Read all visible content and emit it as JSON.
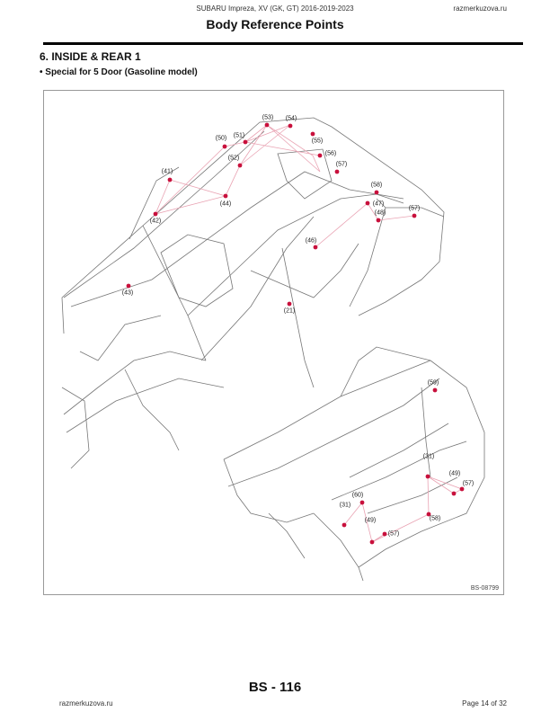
{
  "header": {
    "model": "SUBARU Impreza, XV (GK, GT) 2016-2019-2023",
    "site": "razmerkuzova.ru",
    "title": "Body Reference Points"
  },
  "section": {
    "title": "6.  INSIDE & REAR 1",
    "subtitle": "• Special for 5 Door (Gasoline model)"
  },
  "figure": {
    "code": "BS-08799",
    "marker_color": "#c8103c",
    "line_color": "#e9a3b3",
    "points_upper": [
      "(53)",
      "(54)",
      "(50)",
      "(51)",
      "(55)",
      "(56)",
      "(52)",
      "(57)",
      "(41)",
      "(42)",
      "(44)",
      "(58)",
      "(47)",
      "(48)",
      "(57)",
      "(46)",
      "(43)",
      "(21)"
    ],
    "points_lower": [
      "(59)",
      "(31)",
      "(49)",
      "(57)",
      "(58)",
      "(60)",
      "(31)",
      "(49)",
      "(57)"
    ]
  },
  "footer": {
    "left": "razmerkuzova.ru",
    "page_code": "BS - 116",
    "page_of": "Page 14 of 32"
  }
}
